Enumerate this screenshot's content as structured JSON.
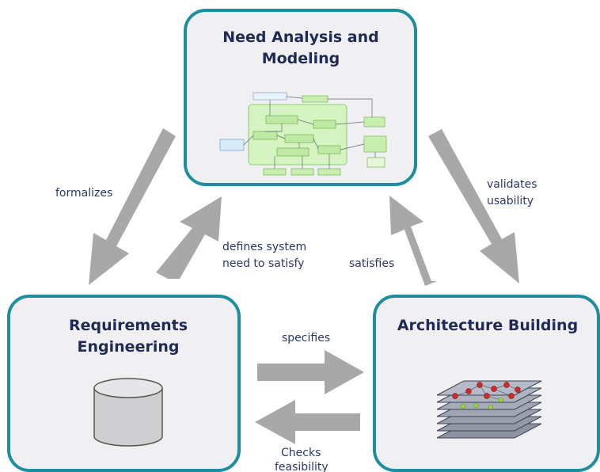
{
  "boxes": {
    "need_analysis": {
      "title_line1": "Need Analysis and",
      "title_line2": "Modeling"
    },
    "requirements": {
      "title_line1": "Requirements",
      "title_line2": "Engineering"
    },
    "architecture": {
      "title_line1": "Architecture Building"
    }
  },
  "edges": {
    "formalizes": "formalizes",
    "defines_line1": "defines system",
    "defines_line2": "need to satisfy",
    "satisfies": "satisfies",
    "validates_line1": "validates",
    "validates_line2": "usability",
    "specifies": "specifies",
    "checks_line1": "Checks",
    "checks_line2": "feasibility"
  },
  "colors": {
    "box_border": "#1c8e9f",
    "box_fill": "#f0f0f2",
    "arrow": "#a8a8a8",
    "title_text": "#1f2a55",
    "label_text": "#2c3766"
  }
}
